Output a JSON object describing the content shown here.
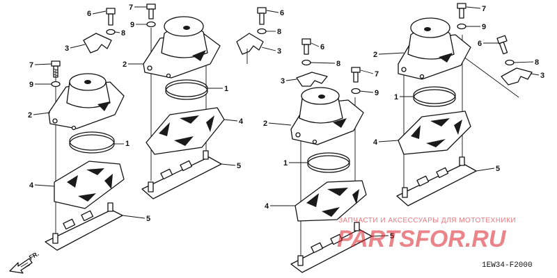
{
  "diagram": {
    "callouts": [
      "1",
      "2",
      "3",
      "4",
      "5",
      "6",
      "7",
      "8",
      "9"
    ],
    "direction_label": "FR.",
    "drawing_code": "1EW34-F2000"
  },
  "watermark": {
    "brand": "PARTSFOR.RU",
    "tagline": "ЗАПЧАСТИ И АКСЕССУАРЫ ДЛЯ МОТОТЕХНИКИ"
  },
  "colors": {
    "ink": "#111111",
    "watermark": "#d9202a",
    "background": "#ffffff"
  }
}
